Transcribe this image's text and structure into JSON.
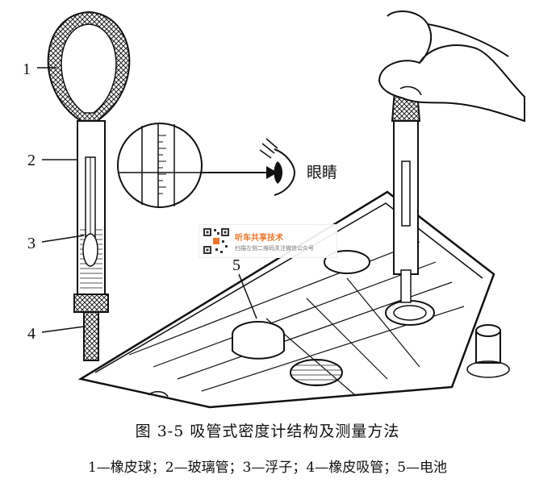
{
  "figure": {
    "labels": [
      "1",
      "2",
      "3",
      "4",
      "5"
    ],
    "eye_label": "眼睛",
    "caption": "图 3-5  吸管式密度计结构及测量方法",
    "legend": "1—橡皮球；2—玻璃管；3—浮子；4—橡皮吸管；5—电池"
  },
  "watermark": {
    "title": "听车共享技术",
    "subtitle": "扫描左侧二维码关注微信公众号"
  },
  "colors": {
    "ink": "#111111",
    "accent": "#e8762c"
  }
}
